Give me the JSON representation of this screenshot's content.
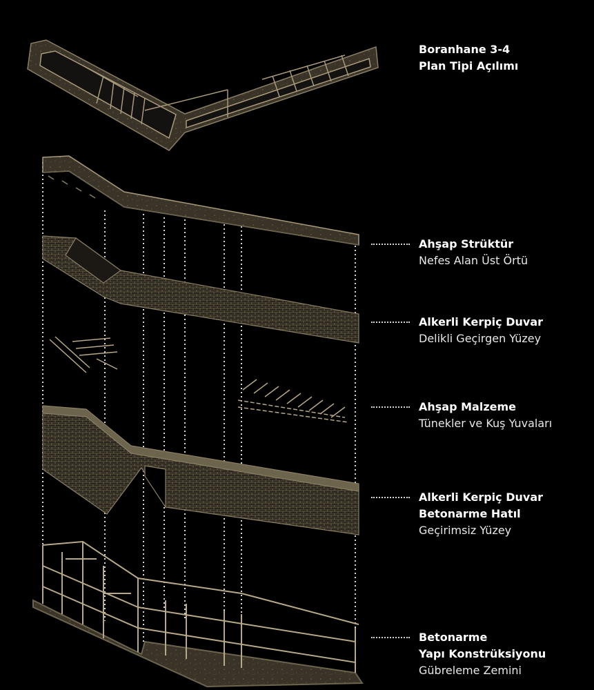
{
  "title": {
    "line1": "Boranhane 3-4",
    "line2": "Plan Tipi Açılımı"
  },
  "layers": [
    {
      "bold": [
        "Ahşap Strüktür"
      ],
      "regular": "Nefes Alan Üst Örtü"
    },
    {
      "bold": [
        "Alkerli Kerpiç Duvar"
      ],
      "regular": "Delikli Geçirgen Yüzey"
    },
    {
      "bold": [
        "Ahşap Malzeme"
      ],
      "regular": "Tünekler ve Kuş Yuvaları"
    },
    {
      "bold": [
        "Alkerli Kerpiç Duvar",
        "Betonarme Hatıl"
      ],
      "regular": "Geçirimsiz Yüzey"
    },
    {
      "bold": [
        "Betonarme",
        "Yapı Konstrüksiyonu"
      ],
      "regular": "Gübreleme Zemini"
    }
  ],
  "colors": {
    "background": "#000000",
    "drawing": "#b8a988",
    "drawing_dark": "#4a4232",
    "text": "#ffffff"
  }
}
